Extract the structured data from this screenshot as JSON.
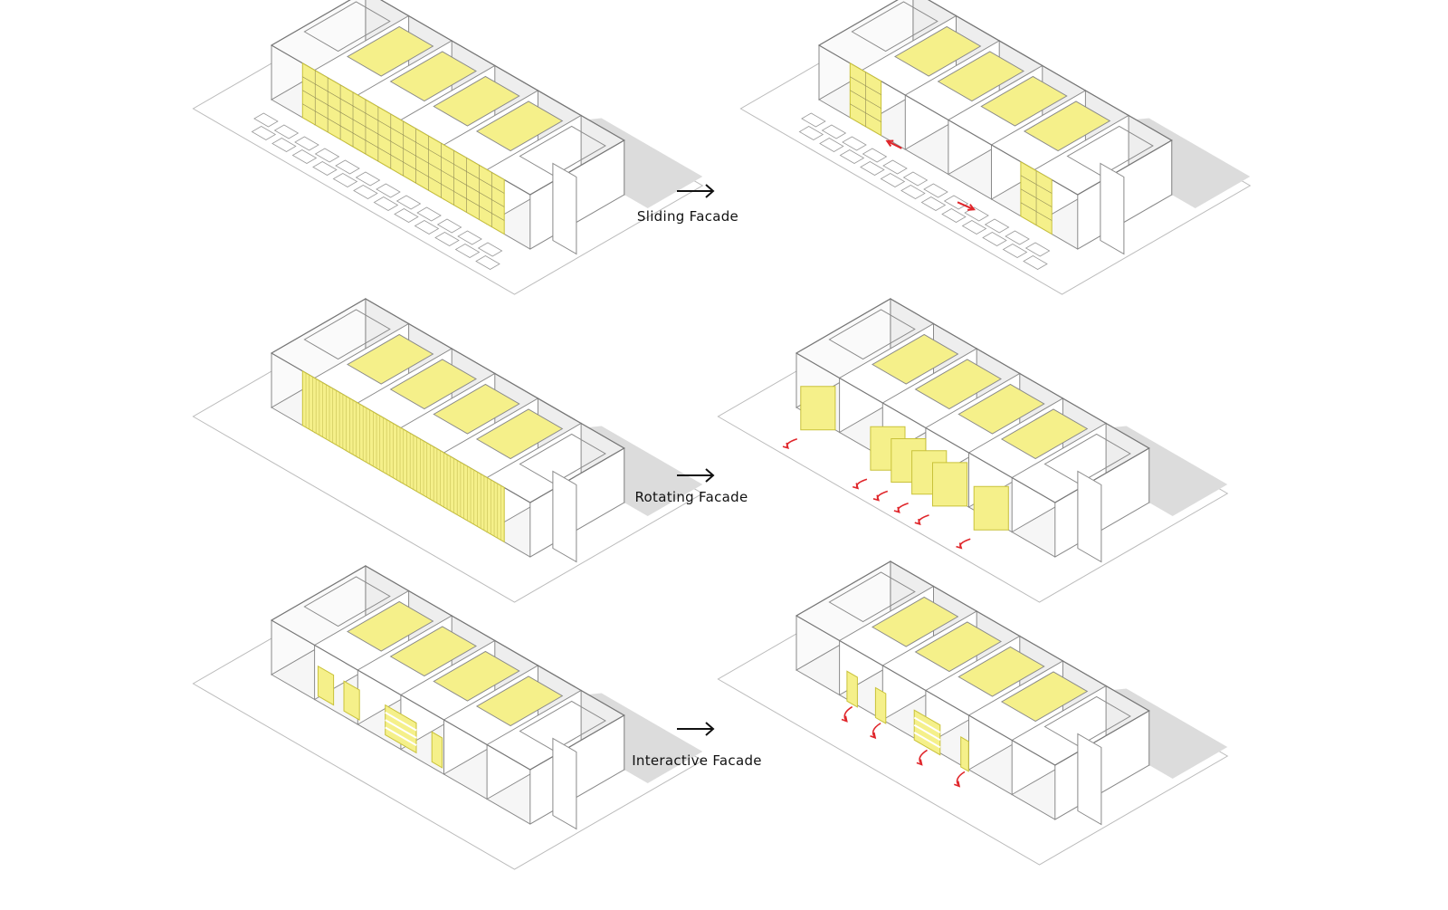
{
  "colors": {
    "panel_yellow": "#f5f08a",
    "panel_yellow_stroke": "#c9c23a",
    "wall_white": "#ffffff",
    "wall_shade": "#eeeeee",
    "shadow_grey": "#dcdcdc",
    "line": "#8a8a8a",
    "arrow_black": "#111111",
    "motion_red": "#e0262b"
  },
  "rows": [
    {
      "label": "Sliding Facade",
      "variant": "sliding"
    },
    {
      "label": "Rotating Facade",
      "variant": "rotating"
    },
    {
      "label": "Interactive Facade",
      "variant": "interactive"
    }
  ],
  "icons": {
    "transition_arrow": "right-arrow-icon",
    "motion_arrow": "red-curved-arrow-icon"
  }
}
